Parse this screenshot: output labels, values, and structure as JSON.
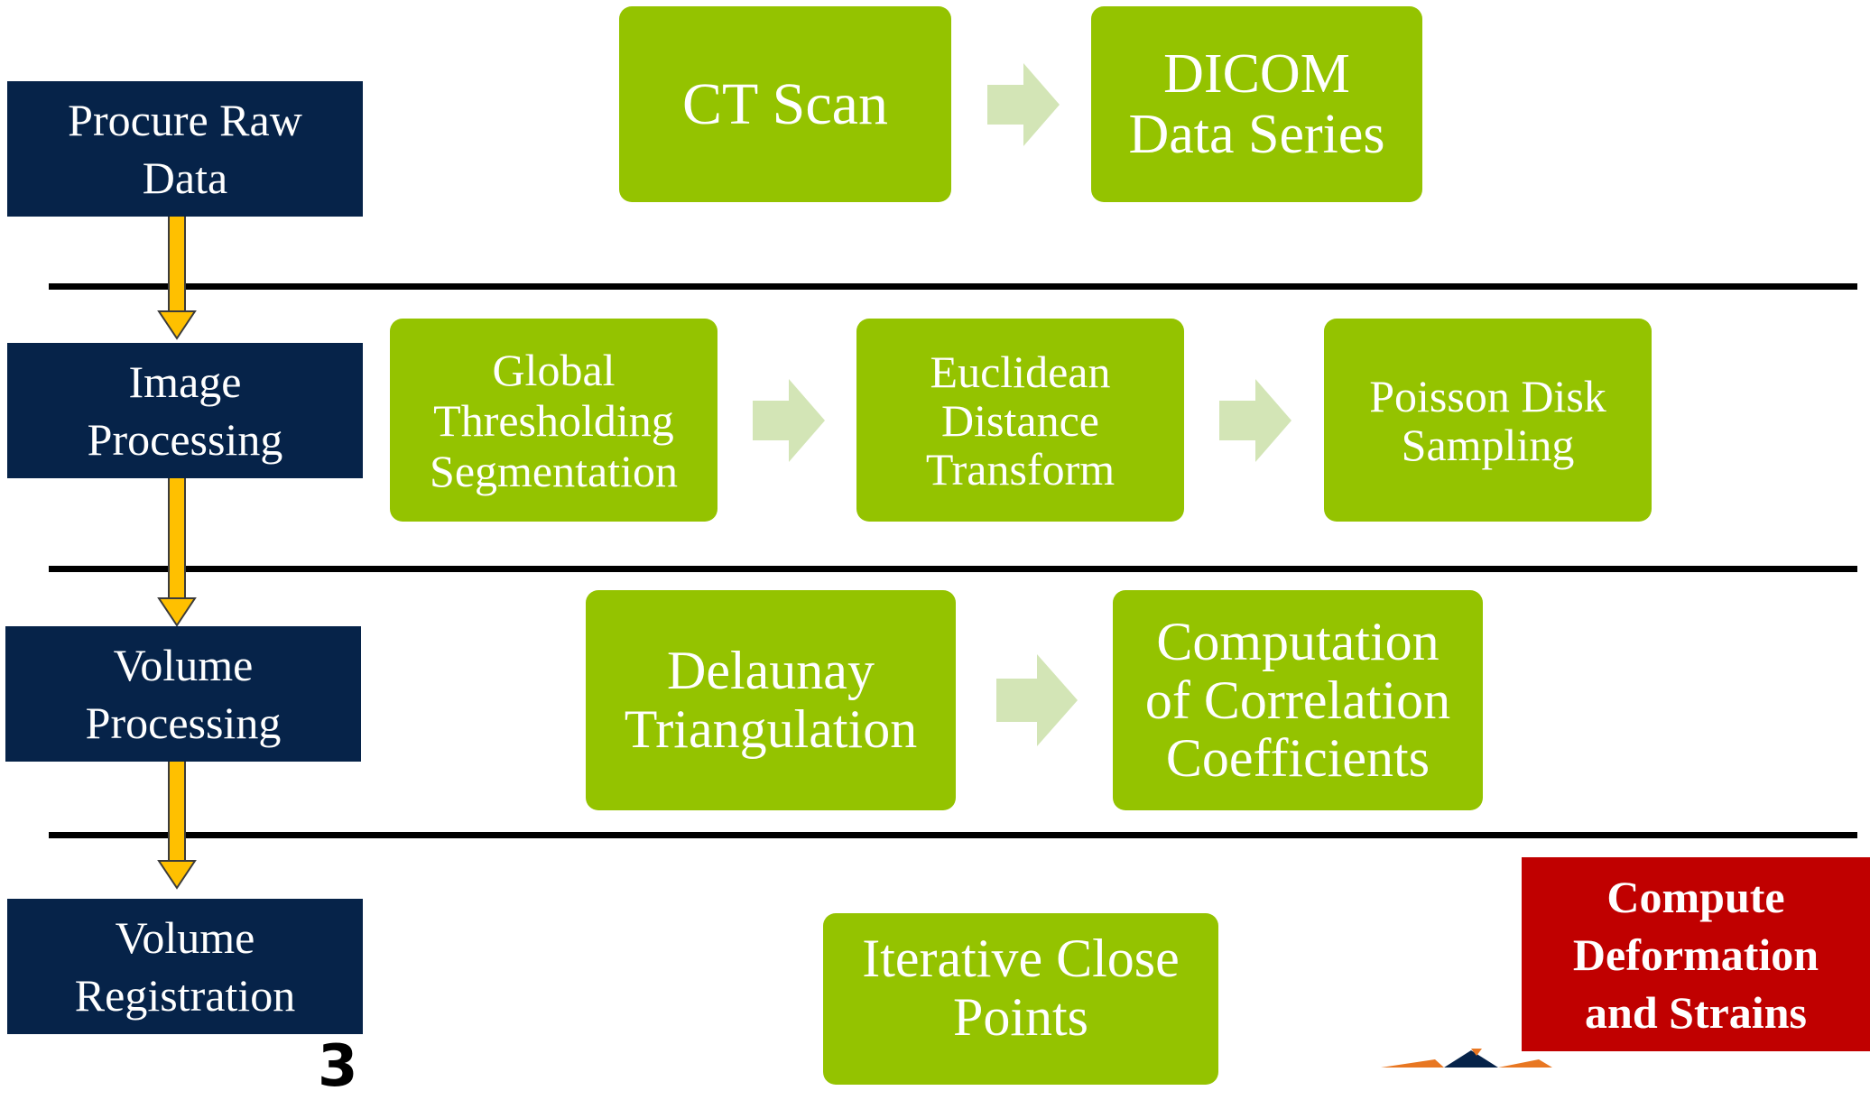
{
  "stages": [
    {
      "label": "Procure Raw\nData"
    },
    {
      "label": "Image\nProcessing"
    },
    {
      "label": "Volume\nProcessing"
    },
    {
      "label": "Volume\nRegistration"
    }
  ],
  "steps": {
    "ct_scan": "CT Scan",
    "dicom": "DICOM\nData Series",
    "global_thresholding": "Global\nThresholding\nSegmentation",
    "euclidean": "Euclidean\nDistance\nTransform",
    "poisson": "Poisson Disk\nSampling",
    "delaunay": "Delaunay\nTriangulation",
    "correlation": "Computation\nof Correlation\nCoefficients",
    "icp": "Iterative Close\nPoints"
  },
  "output": "Compute\nDeformation\nand Strains",
  "footer_fragment": "3",
  "colors": {
    "stage_fill": "#062349",
    "step_fill": "#94c300",
    "arrow_fill": "#d3e5b6",
    "down_arrow_fill": "#ffc000",
    "output_fill": "#c00000"
  }
}
